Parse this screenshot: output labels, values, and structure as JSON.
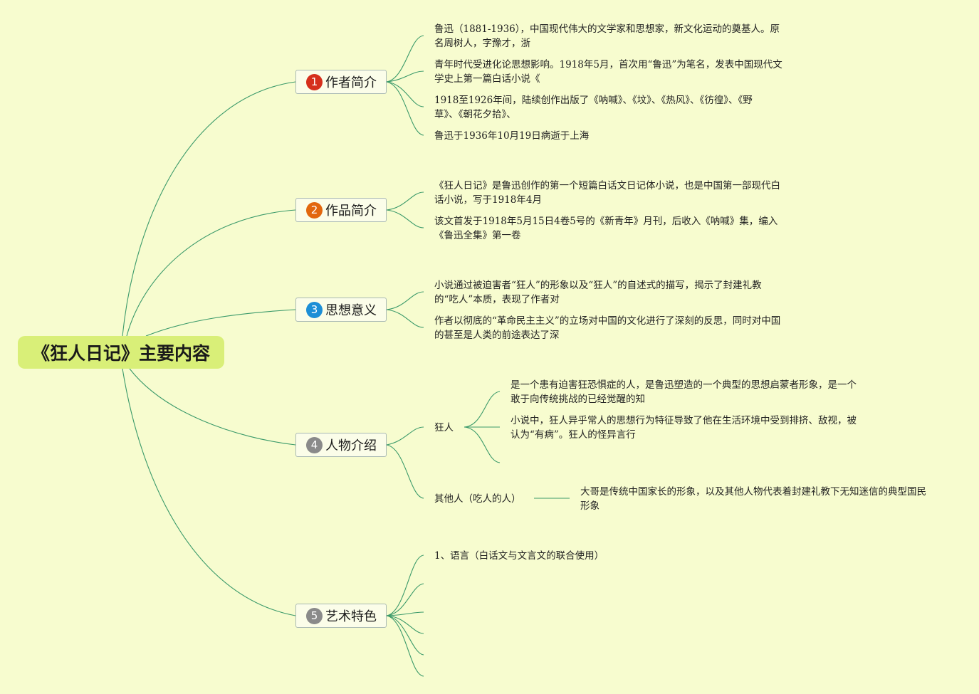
{
  "root": {
    "title": "《狂人日记》主要内容",
    "color": "#d9ef78"
  },
  "branches": [
    {
      "num": "1",
      "label": "作者简介",
      "badge_color": "#d62f1c",
      "leaves": [
        "鲁迅（1881-1936），中国现代伟大的文学家和思想家，新文化运动的奠基人。原名周树人，字豫才，浙",
        "青年时代受进化论思想影响。1918年5月，首次用“鲁迅”为笔名，发表中国现代文学史上第一篇白话小说《",
        "1918至1926年间，陆续创作出版了《呐喊》、《坟》、《热风》、《彷徨》、《野草》、《朝花夕拾》、",
        "鲁迅于1936年10月19日病逝于上海"
      ]
    },
    {
      "num": "2",
      "label": "作品简介",
      "badge_color": "#e2670e",
      "leaves": [
        "《狂人日记》是鲁迅创作的第一个短篇白话文日记体小说，也是中国第一部现代白话小说，写于1918年4月",
        "该文首发于1918年5月15日4卷5号的《新青年》月刊，后收入《呐喊》集，编入《鲁迅全集》第一卷"
      ]
    },
    {
      "num": "3",
      "label": "思想意义",
      "badge_color": "#1d8fd6",
      "leaves": [
        "小说通过被迫害者“狂人”的形象以及“狂人”的自述式的描写，揭示了封建礼教的“吃人”本质，表现了作者对",
        "作者以彻底的“革命民主主义”的立场对中国的文化进行了深刻的反思，同时对中国的甚至是人类的前途表达了深"
      ]
    },
    {
      "num": "4",
      "label": "人物介绍",
      "badge_color": "#8a8a8a",
      "sub": [
        {
          "label": "狂人",
          "leaves": [
            "是一个患有迫害狂恐惧症的人，是鲁迅塑造的一个典型的思想启蒙者形象，是一个敢于向传统挑战的已经觉醒的知",
            "小说中，狂人异乎常人的思想行为特征导致了他在生活环境中受到排挤、敌视，被认为“有病”。狂人的怪异言行"
          ]
        },
        {
          "label": "其他人（吃人的人）",
          "leaves": [
            "大哥是传统中国家长的形象，以及其他人物代表着封建礼教下无知迷信的典型国民形象"
          ]
        }
      ]
    },
    {
      "num": "5",
      "label": "艺术特色",
      "badge_color": "#8a8a8a",
      "leaves": [
        "1、语言（白话文与文言文的联合使用）"
      ]
    }
  ]
}
